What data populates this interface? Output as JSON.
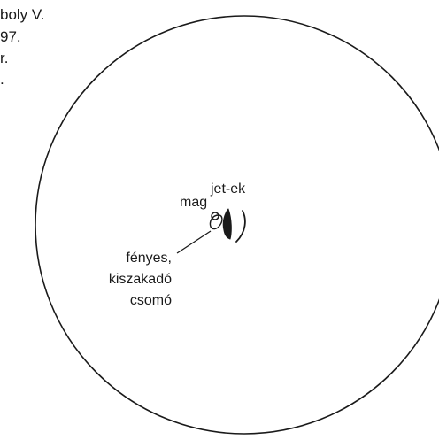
{
  "header": {
    "lines": [
      "boly V.",
      "97.",
      "r.",
      "."
    ]
  },
  "labels": {
    "core": "mag",
    "jets": "jet-ek",
    "knot_lines": [
      "fényes,",
      "kiszakadó",
      "csomó"
    ]
  },
  "colors": {
    "ink": "#1a1a1a",
    "background": "#ffffff"
  }
}
